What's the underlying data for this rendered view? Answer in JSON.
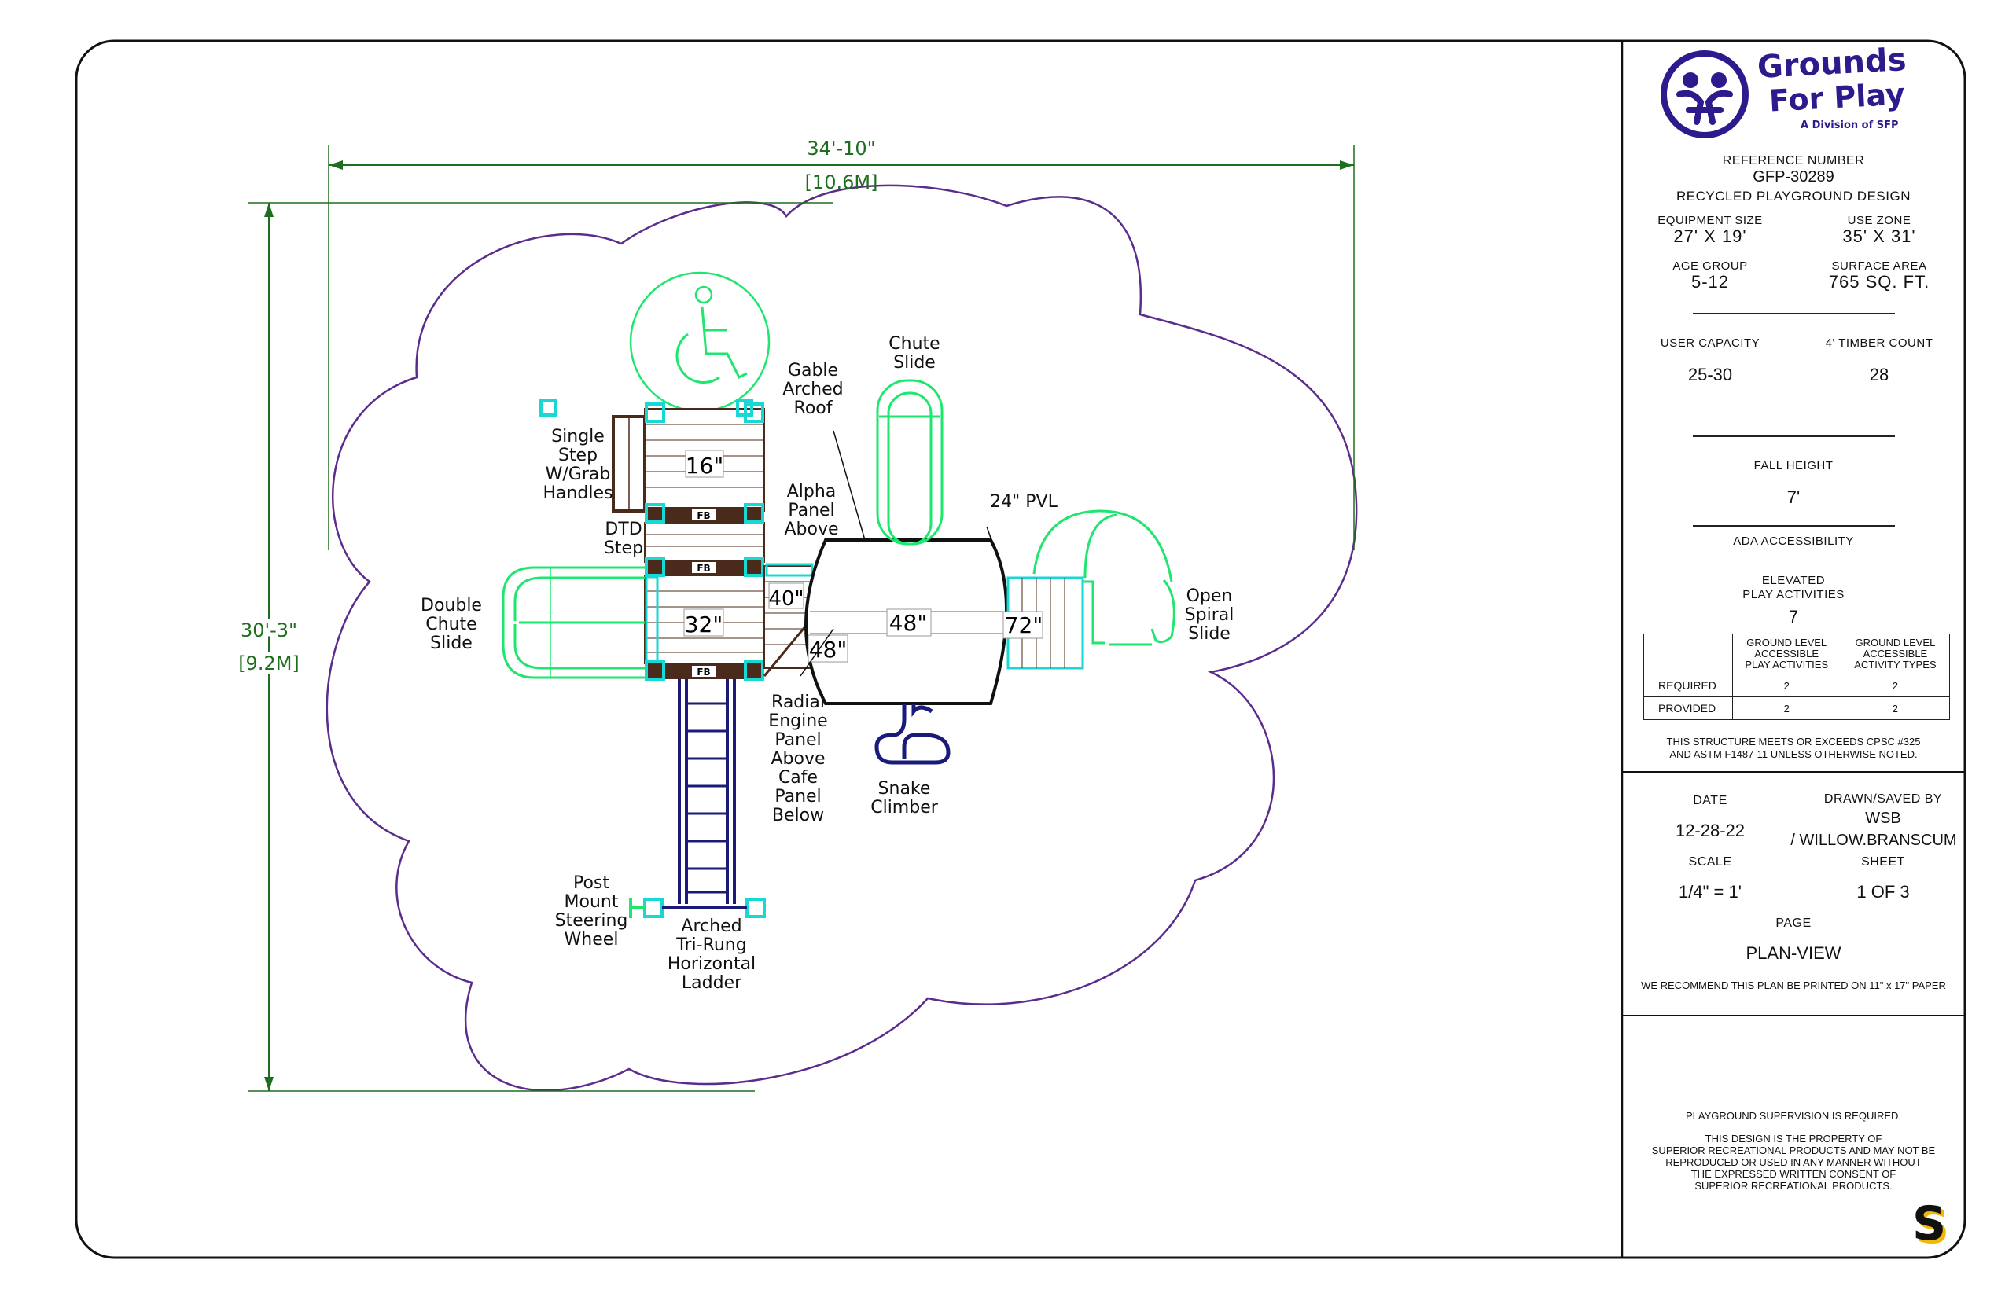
{
  "plan": {
    "width_label": "34'-10\"",
    "width_metric": "[10.6M]",
    "height_label": "30'-3\"",
    "height_metric": "[9.2M]",
    "callouts": {
      "single_step": [
        "Single",
        "Step",
        "W/Grab",
        "Handles"
      ],
      "dtd_step": [
        "DTD",
        "Step"
      ],
      "double_chute": [
        "Double",
        "Chute",
        "Slide"
      ],
      "gable_roof": [
        "Gable",
        "Arched",
        "Roof"
      ],
      "alpha_panel": [
        "Alpha",
        "Panel",
        "Above"
      ],
      "chute_slide": [
        "Chute",
        "Slide"
      ],
      "pvl": "24\" PVL",
      "open_spiral": [
        "Open",
        "Spiral",
        "Slide"
      ],
      "radial_engine": [
        "Radial",
        "Engine",
        "Panel",
        "Above",
        "Cafe",
        "Panel",
        "Below"
      ],
      "snake_climber": [
        "Snake",
        "Climber"
      ],
      "post_mount": [
        "Post",
        "Mount",
        "Steering",
        "Wheel"
      ],
      "arched_ladder": [
        "Arched",
        "Tri-Rung",
        "Horizontal",
        "Ladder"
      ]
    },
    "deck_heights": {
      "d16": "16\"",
      "d32": "32\"",
      "d40": "40\"",
      "d48a": "48\"",
      "d48b": "48\"",
      "d72": "72\""
    },
    "fb_label": "FB"
  },
  "titleblock": {
    "logo_line1": "Grounds",
    "logo_line2": "For Play",
    "logo_sub": "A Division of SFP",
    "ref_label": "REFERENCE NUMBER",
    "ref_number": "GFP-30289",
    "design_name": "RECYCLED PLAYGROUND DESIGN",
    "equipment_size_label": "EQUIPMENT SIZE",
    "equipment_size": "27' X 19'",
    "use_zone_label": "USE ZONE",
    "use_zone": "35' X 31'",
    "age_group_label": "AGE GROUP",
    "age_group": "5-12",
    "surface_area_label": "SURFACE AREA",
    "surface_area": "765 SQ. FT.",
    "user_capacity_label": "USER CAPACITY",
    "user_capacity": "25-30",
    "timber_label": "4' TIMBER COUNT",
    "timber_count": "28",
    "fall_height_label": "FALL HEIGHT",
    "fall_height": "7'",
    "ada_label": "ADA ACCESSIBILITY",
    "elevated_label_1": "ELEVATED",
    "elevated_label_2": "PLAY ACTIVITIES",
    "elevated_count": "7",
    "table": {
      "col1": [
        "GROUND LEVEL",
        "ACCESSIBLE",
        "PLAY ACTIVITIES"
      ],
      "col2": [
        "GROUND LEVEL",
        "ACCESSIBLE",
        "ACTIVITY TYPES"
      ],
      "rows": [
        {
          "label": "REQUIRED",
          "a": "2",
          "b": "2"
        },
        {
          "label": "PROVIDED",
          "a": "2",
          "b": "2"
        }
      ]
    },
    "compliance_1": "THIS STRUCTURE MEETS OR EXCEEDS CPSC #325",
    "compliance_2": "AND ASTM F1487-11 UNLESS OTHERWISE NOTED.",
    "date_label": "DATE",
    "date": "12-28-22",
    "drawn_label": "DRAWN/SAVED BY",
    "drawn_by": "WSB",
    "saved_by": "/ WILLOW.BRANSCUM",
    "scale_label": "SCALE",
    "scale": "1/4\" = 1'",
    "sheet_label": "SHEET",
    "sheet": "1 OF 3",
    "page_label": "PAGE",
    "page": "PLAN-VIEW",
    "print_note": "WE RECOMMEND THIS PLAN BE PRINTED ON 11\" x 17\" PAPER",
    "supervision": "PLAYGROUND SUPERVISION IS REQUIRED.",
    "property_1": "THIS DESIGN IS THE PROPERTY OF",
    "property_2": "SUPERIOR RECREATIONAL PRODUCTS AND MAY NOT BE",
    "property_3": "REPRODUCED OR USED IN ANY MANNER WITHOUT",
    "property_4": "THE EXPRESSED WRITTEN CONSENT OF",
    "property_5": "SUPERIOR RECREATIONAL PRODUCTS.",
    "brand_mark": "S"
  },
  "colors": {
    "border": "#111111",
    "use_zone": "#5a2d8c",
    "dimension": "#1f6e1f",
    "slide_green": "#1ee66e",
    "cyan": "#19d7d2",
    "deck_brown": "#4a2a1a",
    "ladder_navy": "#1a1a7a",
    "logo_purple": "#2e1a8c"
  }
}
